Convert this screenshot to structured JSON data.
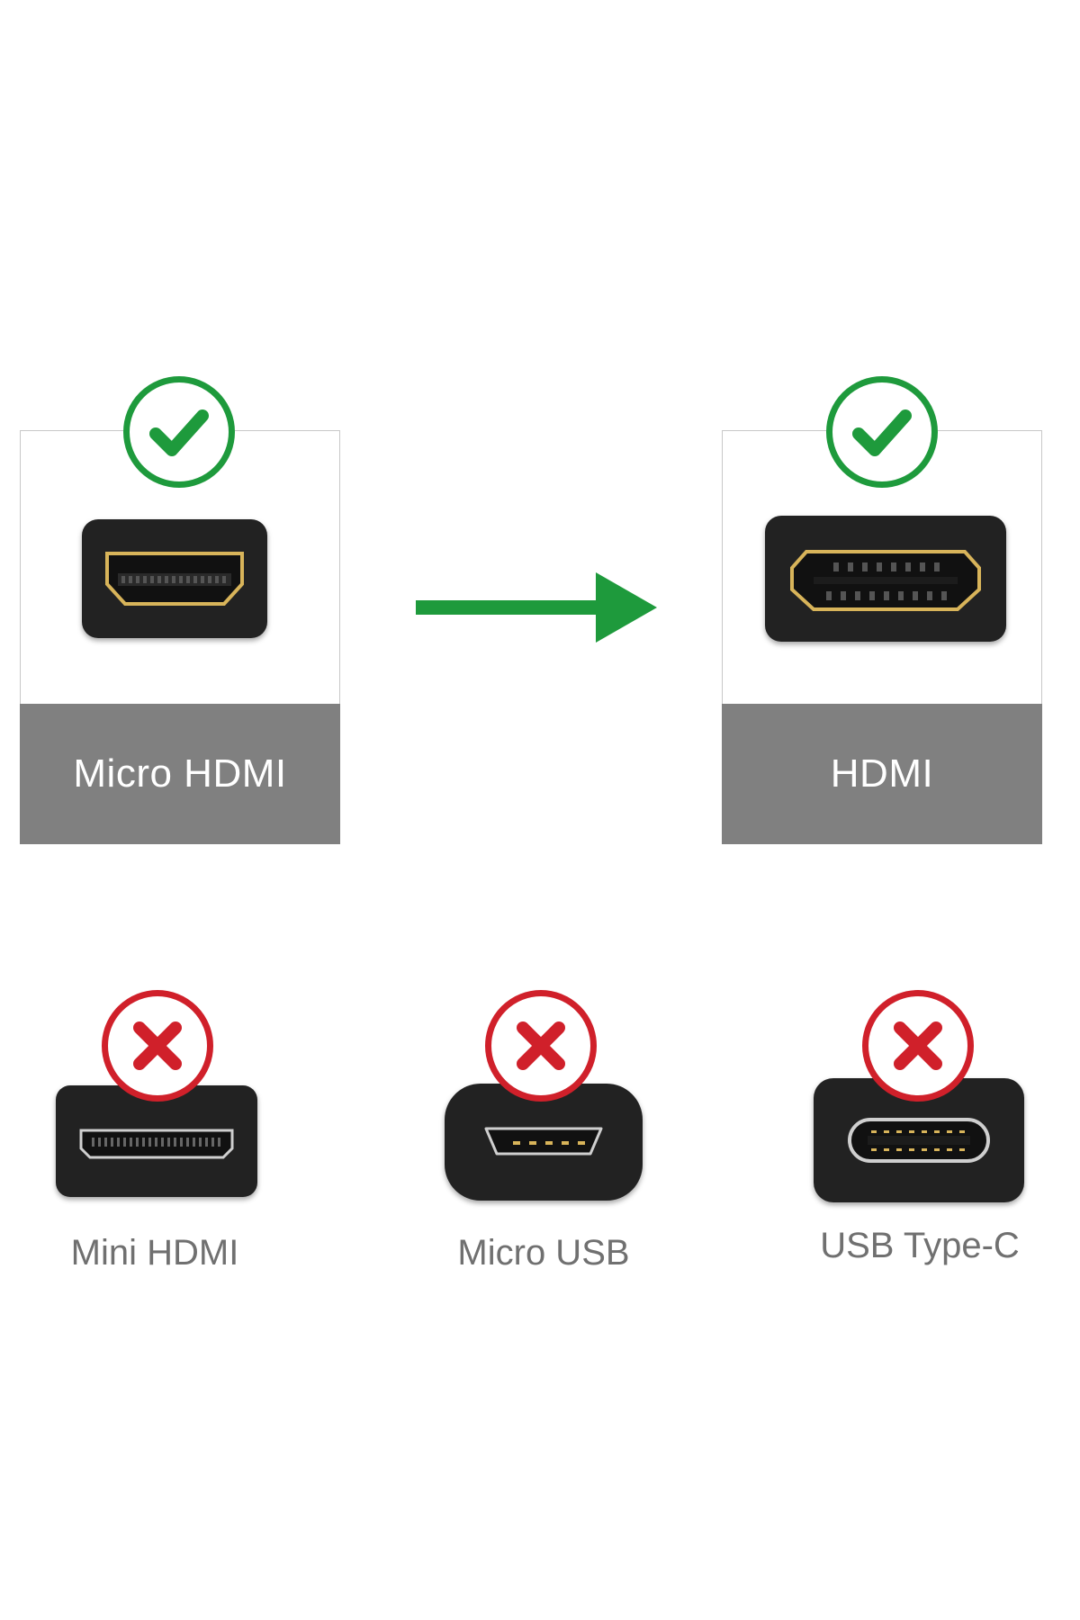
{
  "compatible": {
    "source": {
      "label": "Micro HDMI",
      "status_icon": "check-icon"
    },
    "target": {
      "label": "HDMI",
      "status_icon": "check-icon"
    }
  },
  "incompatible": [
    {
      "label": "Mini HDMI",
      "status_icon": "cross-icon"
    },
    {
      "label": "Micro USB",
      "status_icon": "cross-icon"
    },
    {
      "label": "USB Type-C",
      "status_icon": "cross-icon"
    }
  ],
  "colors": {
    "ok": "#1e9a3c",
    "no": "#d0202a",
    "band": "#808080",
    "port": "#222222",
    "gold": "#d8b45a"
  }
}
